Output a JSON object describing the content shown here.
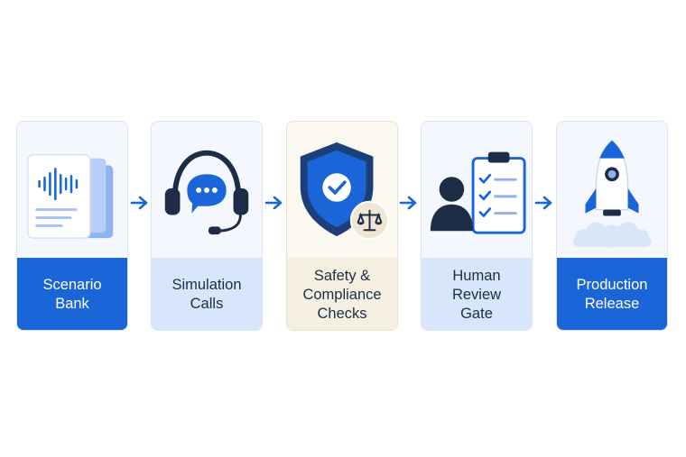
{
  "steps": [
    {
      "label": "Scenario\nBank",
      "icon": "audio-document-stack-icon"
    },
    {
      "label": "Simulation\nCalls",
      "icon": "headset-chat-icon"
    },
    {
      "label": "Safety &\nCompliance\nChecks",
      "icon": "shield-check-scales-icon"
    },
    {
      "label": "Human\nReview\nGate",
      "icon": "person-checklist-icon"
    },
    {
      "label": "Production\nRelease",
      "icon": "rocket-icon"
    }
  ],
  "colors": {
    "primary": "#1a66d8",
    "navy": "#1c2d45",
    "light_blue": "#d8e6fb",
    "cream": "#f5efe1"
  }
}
